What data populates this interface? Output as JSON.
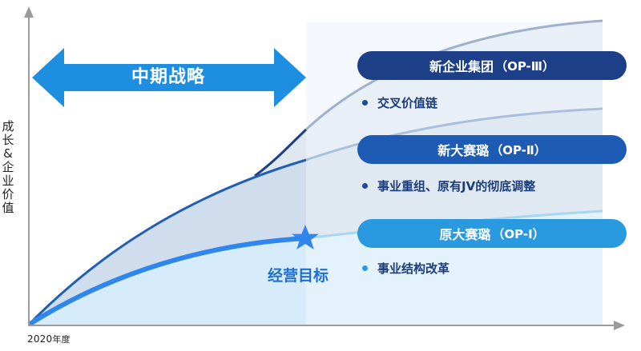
{
  "axes": {
    "y_label_chars": [
      "成",
      "长",
      "&",
      "企",
      "业",
      "价",
      "值"
    ],
    "x_start_year": "2020",
    "x_start_unit": "年度"
  },
  "banner": {
    "label": "中期战略"
  },
  "goal": {
    "label": "经营目标"
  },
  "scenarios": [
    {
      "id": "op3",
      "title": "新企业集团",
      "code": "（OP-Ⅲ）",
      "point": "交叉价值链",
      "color": "#1c3f87"
    },
    {
      "id": "op2",
      "title": "新大赛璐",
      "code": "（OP-Ⅱ）",
      "point": "事业重组、原有JV的彻底调整",
      "color": "#1e5bb4"
    },
    {
      "id": "op1",
      "title": "原大赛璐",
      "code": "（OP-Ⅰ）",
      "point": "事业结构改革",
      "color": "#2a9ae0"
    }
  ],
  "colors": {
    "axis": "#9a9a9a",
    "arrow": "#1e8fe0",
    "curve_op3": "#1e3f85",
    "curve_op2": "#1f5fb8",
    "curve_op1": "#2f86ec",
    "star": "#2f86ec"
  }
}
